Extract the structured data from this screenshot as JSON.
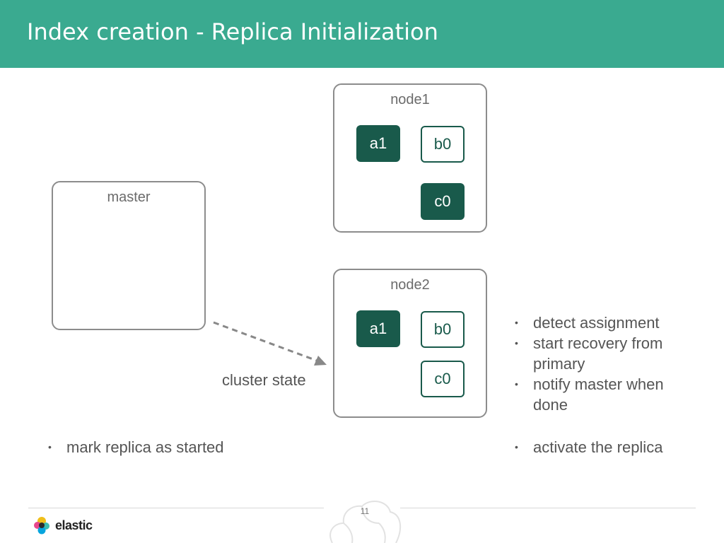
{
  "header": {
    "title": "Index creation - Replica Initialization"
  },
  "master": {
    "label": "master"
  },
  "node1": {
    "label": "node1",
    "shards": {
      "a": "a1",
      "b": "b0",
      "c": "c0"
    }
  },
  "node2": {
    "label": "node2",
    "shards": {
      "a": "a1",
      "b": "b0",
      "c": "c0"
    }
  },
  "arrow": {
    "label": "cluster state"
  },
  "left_bullets": [
    "mark replica as started"
  ],
  "right_bullets": {
    "steps": [
      "detect assignment",
      "start recovery from primary",
      "notify master when done"
    ],
    "final": [
      "activate the replica"
    ]
  },
  "footer": {
    "page_number": "11",
    "logo_text": "elastic"
  },
  "colors": {
    "header": "#3aaa90",
    "primary_shard": "#195a4b",
    "replica_border": "#195a4b",
    "box_border": "#8c8c8c"
  }
}
